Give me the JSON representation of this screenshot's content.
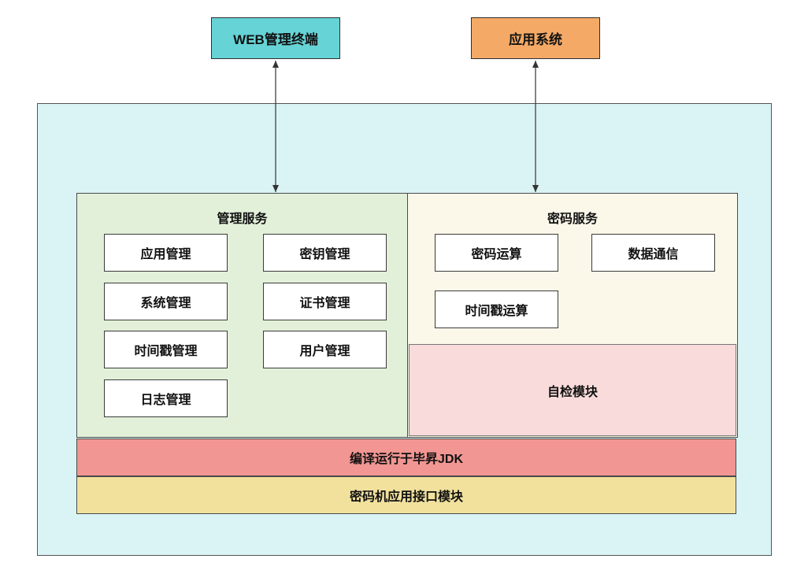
{
  "external": {
    "web_terminal": "WEB管理终端",
    "app_system": "应用系统"
  },
  "management": {
    "title": "管理服务",
    "items": [
      "应用管理",
      "密钥管理",
      "系统管理",
      "证书管理",
      "时间戳管理",
      "用户管理",
      "日志管理"
    ]
  },
  "crypto": {
    "title": "密码服务",
    "items": [
      "密码运算",
      "数据通信",
      "时间戳运算"
    ],
    "self_check": "自检模块"
  },
  "layers": {
    "jdk": "编译运行于毕昇JDK",
    "api": "密码机应用接口模块"
  },
  "colors": {
    "web_terminal": "#66D3D6",
    "app_system": "#F4AA66",
    "outer": "#DAF3F4",
    "management": "#E2F0D9",
    "crypto": "#FBF8EA",
    "self_check": "#F8DBDA",
    "jdk": "#F19692",
    "api": "#F1E19D"
  }
}
